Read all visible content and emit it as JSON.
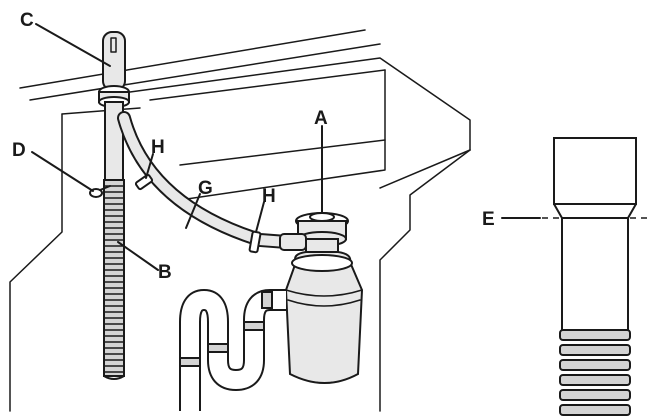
{
  "labels": {
    "a": "A",
    "b": "B",
    "c": "C",
    "d": "D",
    "e": "E",
    "g": "G",
    "h1": "H",
    "h2": "H"
  }
}
